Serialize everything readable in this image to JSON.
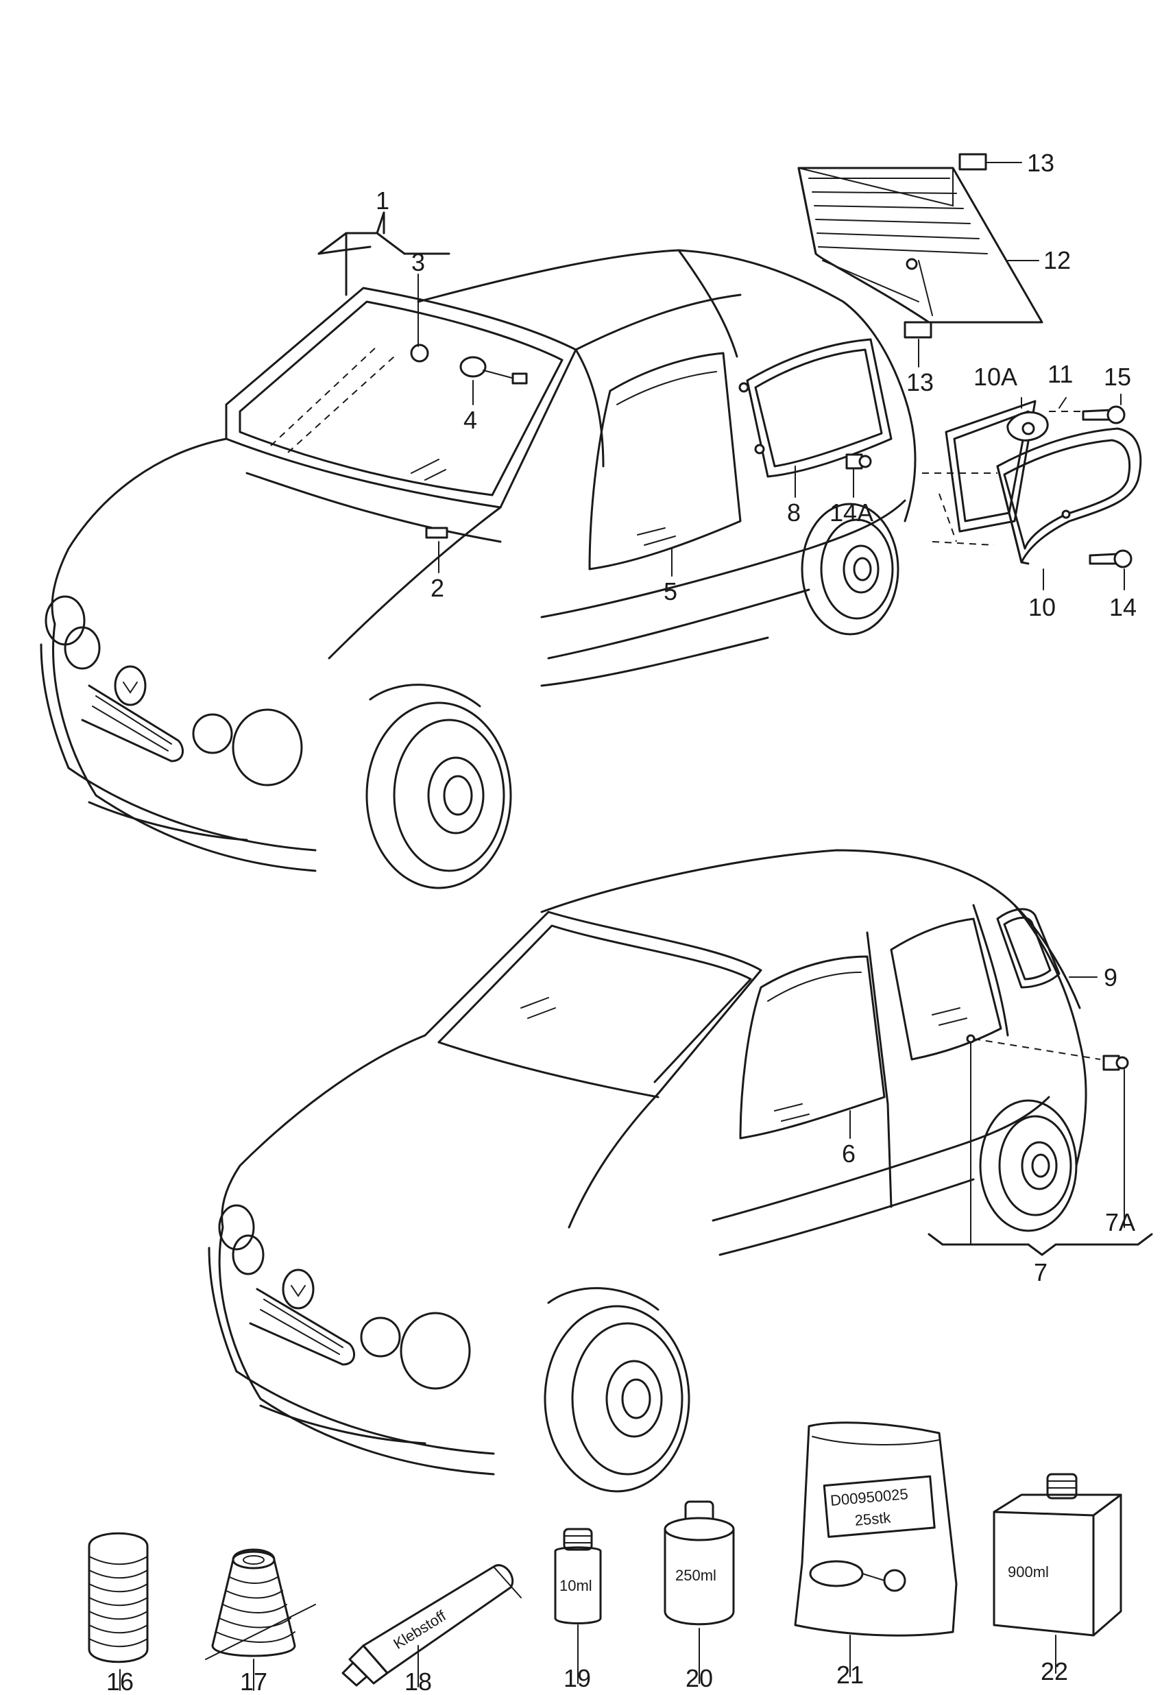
{
  "callouts": {
    "c1": "1",
    "c2": "2",
    "c3": "3",
    "c4": "4",
    "c5": "5",
    "c6": "6",
    "c7": "7",
    "c7a": "7A",
    "c8": "8",
    "c9": "9",
    "c10": "10",
    "c10a": "10A",
    "c11": "11",
    "c12": "12",
    "c13a": "13",
    "c13b": "13",
    "c14": "14",
    "c14a": "14A",
    "c15": "15",
    "c16": "16",
    "c17": "17",
    "c18": "18",
    "c19": "19",
    "c20": "20",
    "c21": "21",
    "c22": "22"
  },
  "product_labels": {
    "tube": "Klebstoff",
    "bottle_small": "10ml",
    "can": "250ml",
    "bag_line1": "D00950025",
    "bag_line2": "25stk",
    "canister": "900ml"
  }
}
